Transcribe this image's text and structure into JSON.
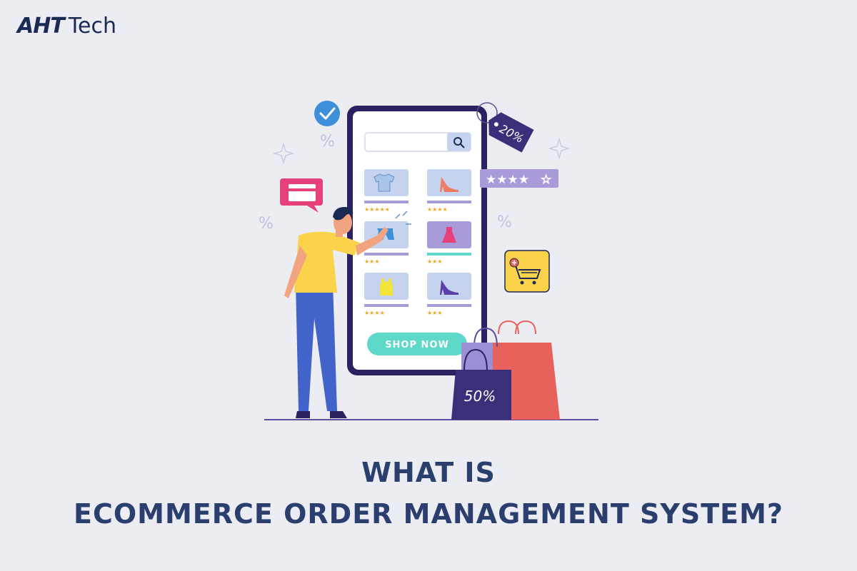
{
  "brand": {
    "mark": "AHT",
    "name": "Tech"
  },
  "phone": {
    "search_placeholder": "",
    "cta_label": "SHOP NOW",
    "products": [
      {
        "icon": "shirt-icon",
        "rating": 5
      },
      {
        "icon": "heel-shoe-icon",
        "rating": 4
      },
      {
        "icon": "shorts-icon",
        "rating": 3
      },
      {
        "icon": "dress-icon",
        "rating": 3
      },
      {
        "icon": "tank-top-icon",
        "rating": 4
      },
      {
        "icon": "heel-shoe-icon",
        "rating": 3
      }
    ]
  },
  "tags": {
    "price_tag": "20%",
    "bag_label": "50%",
    "rating_badge_stars": 4
  },
  "headline": {
    "line1": "WHAT IS",
    "line2": "ECOMMERCE ORDER MANAGEMENT SYSTEM?"
  },
  "colors": {
    "background": "#ECEDF3",
    "navy": "#1B2A52",
    "headline": "#2B3F6E",
    "accent_purple": "#5B4E9C",
    "mint": "#5ED8C8",
    "pink": "#E8407B",
    "yellow": "#FAD34A",
    "red_bag": "#E8625C"
  }
}
